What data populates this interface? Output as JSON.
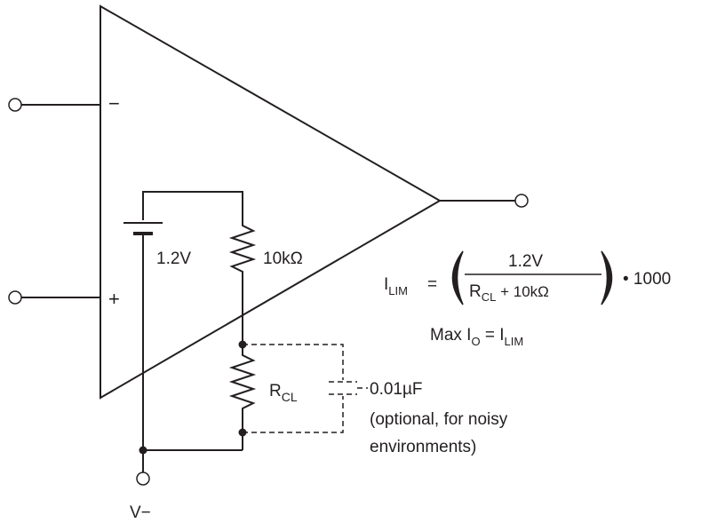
{
  "labels": {
    "inverting_sign": "−",
    "noninverting_sign": "+",
    "battery_value": "1.2V",
    "resistor_value": "10kΩ",
    "rcl_main": "R",
    "rcl_sub": "CL",
    "capacitor_value": "0.01µF",
    "capacitor_note_line1": "(optional, for noisy",
    "capacitor_note_line2": "environments)",
    "supply_label": "V−"
  },
  "formula": {
    "i_main": "I",
    "lim_sub": "LIM",
    "equals": "=",
    "numerator": "1.2V",
    "denominator_r": "R",
    "denominator_cl_sub": "CL",
    "denominator_rest": " + 10kΩ",
    "multiplier": "• 1000",
    "max_label": "Max I",
    "o_sub": "O",
    "max_equals": " = I",
    "max_lim_sub": "LIM"
  }
}
